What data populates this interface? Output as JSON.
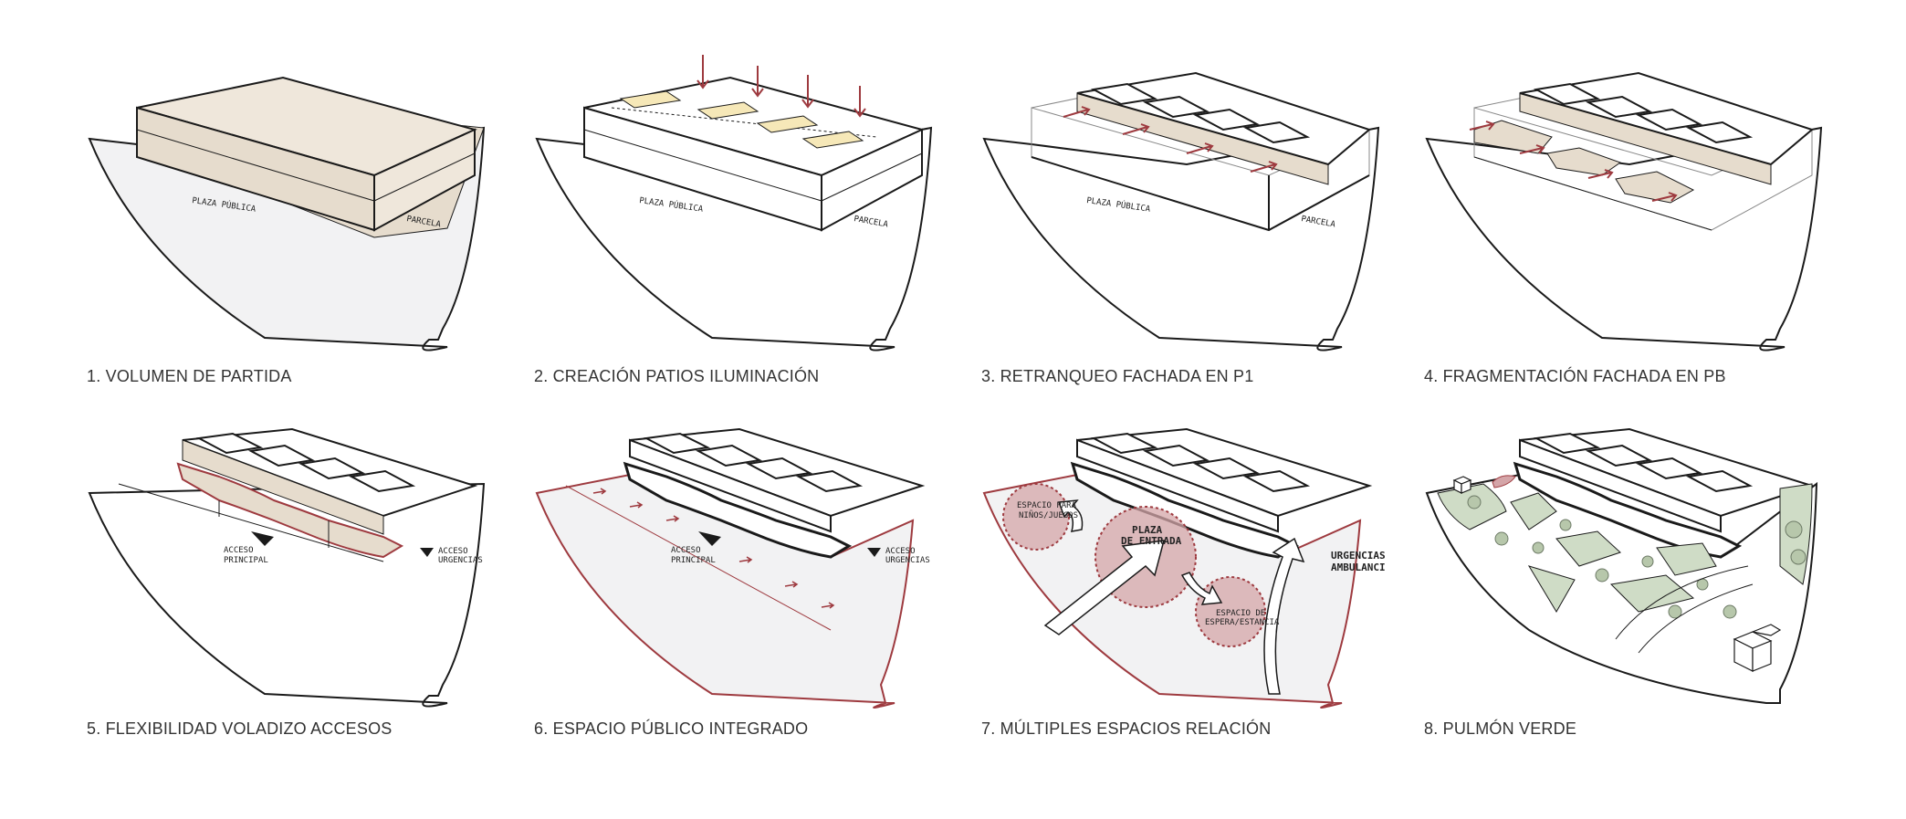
{
  "panels": [
    {
      "caption": "1. VOLUMEN DE PARTIDA",
      "labels": {
        "plaza": "PLAZA PÚBLICA",
        "parcela": "PARCELA"
      }
    },
    {
      "caption": "2. CREACIÓN PATIOS ILUMINACIÓN",
      "labels": {
        "plaza": "PLAZA PÚBLICA",
        "parcela": "PARCELA"
      }
    },
    {
      "caption": "3. RETRANQUEO FACHADA EN P1",
      "labels": {
        "plaza": "PLAZA PÚBLICA",
        "parcela": "PARCELA"
      }
    },
    {
      "caption": "4. FRAGMENTACIÓN FACHADA EN PB"
    },
    {
      "caption": "5. FLEXIBILIDAD VOLADIZO ACCESOS",
      "labels": {
        "acceso_principal_1": "ACCESO",
        "acceso_principal_2": "PRINCIPAL",
        "acceso_urg_1": "ACCESO",
        "acceso_urg_2": "URGENCIAS"
      }
    },
    {
      "caption": "6. ESPACIO PÚBLICO INTEGRADO",
      "labels": {
        "acceso_principal_1": "ACCESO",
        "acceso_principal_2": "PRINCIPAL",
        "acceso_urg_1": "ACCESO",
        "acceso_urg_2": "URGENCIAS"
      }
    },
    {
      "caption": "7. MÚLTIPLES ESPACIOS RELACIÓN",
      "labels": {
        "ninos_1": "ESPACIO PARA",
        "ninos_2": "NIÑOS/JUEGOS",
        "plaza_1": "PLAZA",
        "plaza_2": "DE ENTRADA",
        "espera_1": "ESPACIO DE",
        "espera_2": "ESPERA/ESTANCIA",
        "urg_1": "URGENCIAS",
        "urg_2": "AMBULANCI"
      }
    },
    {
      "caption": "8. PULMÓN VERDE"
    }
  ],
  "colors": {
    "line": "#1a1a1a",
    "beige": "#e6dccd",
    "beige_light": "#efe7db",
    "yellow": "#f6e8b8",
    "red": "#9e3a3f",
    "pink": "#d4a5a8",
    "ground": "#f2f2f3",
    "green": "#cfdcc6"
  }
}
